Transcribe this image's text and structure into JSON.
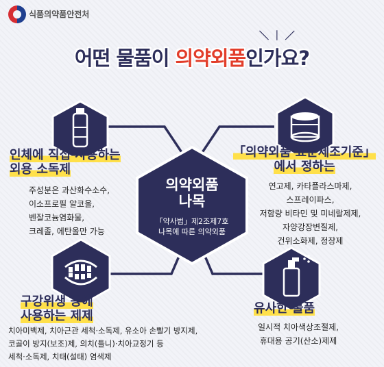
{
  "agency": "식품의약품안전처",
  "title": {
    "pre": "어떤 물품이 ",
    "highlight": "의약외품",
    "post": "인가요?"
  },
  "center": {
    "title_1": "의약외품",
    "title_2": "나목",
    "sub_1": "「약사법」제2조제7호",
    "sub_2": "나목에 따른 의약외품"
  },
  "section_tl": {
    "title_1": "인체에 직접 사용하는",
    "title_2": "외용 소독제",
    "lines": [
      "주성분은 과산화수소수,",
      "이소프로필 알코올,",
      "벤잘코늄염화물,",
      "크레졸, 에탄올만 가능"
    ]
  },
  "section_tr": {
    "title_1": "「의약외품 표준제조기준」",
    "title_2": "에서 정하는",
    "lines": [
      "연고제, 카타플라스마제,",
      "스프레이파스,",
      "저함량 비타민 및 미네랄제제,",
      "자양강장변질제,",
      "건위소화제, 정장제"
    ]
  },
  "section_bl": {
    "title_1": "구강위생 등에",
    "title_2": "사용하는 제제",
    "lines": [
      "치아미백제, 치아근관 세척·소독제, 유소아 손빨기 방지제,",
      "코골이 방지(보조)제, 의치(틀니)·치아교정기 등",
      "세척·소독제, 치태(설태) 염색제"
    ]
  },
  "section_br": {
    "title": "유사한 물품",
    "lines": [
      "일시적 치아색상조절제,",
      "휴대용 공기(산소)제제"
    ]
  },
  "colors": {
    "navy": "#2d2e5a",
    "accent": "#e23d2a",
    "highlight": "#ffe04a",
    "bg": "#f2f3f8"
  }
}
